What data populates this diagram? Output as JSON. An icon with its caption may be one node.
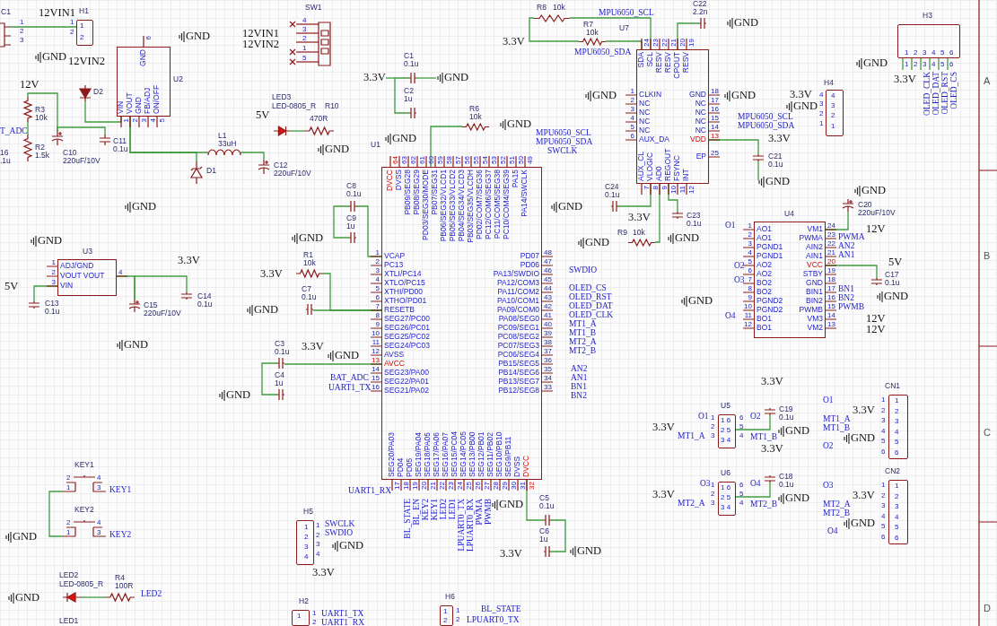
{
  "diagram": {
    "nodes": [
      {
        "text": [
          "C1",
          "1",
          "2",
          "3"
        ]
      },
      {
        "text": [
          "H1",
          "1",
          "2",
          "1",
          "2"
        ]
      },
      {
        "text": [
          "SW1",
          "4",
          "3",
          "2",
          "1",
          "5"
        ]
      },
      {
        "text": [
          "R8",
          "10k"
        ]
      },
      {
        "text": [
          "R7",
          "10k"
        ]
      },
      {
        "text": [
          "C22",
          "2.2n"
        ]
      },
      {
        "text": [
          "H3",
          "1",
          "2",
          "3",
          "4",
          "5",
          "6",
          "1",
          "2",
          "3",
          "4",
          "5",
          "6"
        ]
      },
      {
        "text": [
          "U2",
          "1",
          "VIN",
          "2",
          "VOUT",
          "3",
          "GND",
          "4",
          "FB/ADJ",
          "5",
          "ON/OFF",
          "6",
          "GND"
        ]
      },
      {
        "text": [
          "D2"
        ]
      },
      {
        "text": [
          "C1",
          "0.1u"
        ]
      },
      {
        "text": [
          "C2",
          "1u"
        ]
      },
      {
        "text": [
          "U7",
          "1",
          "CLKIN",
          "2",
          "NC",
          "3",
          "NC",
          "4",
          "NC",
          "5",
          "NC",
          "6",
          "AUX_DA",
          "7",
          "AUX_CL",
          "8",
          "VLOGIC",
          "9",
          "AD0",
          "10",
          "REGOUT",
          "11",
          "FSYNC",
          "12",
          "INT",
          "13",
          "VDD",
          "14",
          "NC",
          "15",
          "NC",
          "16",
          "NC",
          "17",
          "NC",
          "18",
          "GND",
          "19",
          "RESV",
          "20",
          "CPOUT",
          "21",
          "RESV",
          "22",
          "RESV",
          "23",
          "SCL",
          "24",
          "SDA",
          "25",
          "EP"
        ]
      },
      {
        "text": [
          "H4",
          "4",
          "3",
          "2",
          "1",
          "4",
          "3",
          "2",
          "1"
        ]
      },
      {
        "text": [
          "R3",
          "10k"
        ]
      },
      {
        "text": [
          "R2",
          "1.5k"
        ]
      },
      {
        "text": [
          "16",
          ".1u"
        ]
      },
      {
        "text": [
          "C10",
          "220uF/10V"
        ]
      },
      {
        "text": [
          "C11",
          "0.1u"
        ]
      },
      {
        "text": [
          "LED3",
          "LED-0805_R"
        ]
      },
      {
        "text": [
          "R10",
          "470R"
        ]
      },
      {
        "text": [
          "L1",
          "33uH"
        ]
      },
      {
        "text": [
          "D1"
        ]
      },
      {
        "text": [
          "C12",
          "220uF/10V"
        ]
      },
      {
        "text": [
          "R6",
          "10k"
        ]
      },
      {
        "text": [
          "U1",
          "1",
          "VCAP",
          "2",
          "PC13",
          "3",
          "XTLI/PC14",
          "4",
          "XTLO/PC15",
          "5",
          "XTHI/PD00",
          "6",
          "XTHO/PD01",
          "7",
          "RESETB",
          "8",
          "SEG27/PC00",
          "9",
          "SEG26/PC01",
          "10",
          "SEG25/PC02",
          "11",
          "SEG24/PC03",
          "12",
          "AVSS",
          "13",
          "AVCC",
          "14",
          "SEG23/PA00",
          "15",
          "SEG22/PA01",
          "16",
          "SEG21/PA02",
          "17",
          "SEG20/PA03",
          "18",
          "PD04",
          "19",
          "PD05",
          "20",
          "SEG19/PA04",
          "21",
          "SEG18/PA05",
          "22",
          "SEG17/PA06",
          "23",
          "SEG16/PA07",
          "24",
          "SEG15/PC04",
          "25",
          "SEG14/PC05",
          "26",
          "SEG13/PB00",
          "27",
          "SEG12/PB01",
          "28",
          "SEG11/PB02",
          "29",
          "SEG10/PB10",
          "30",
          "SEG9/PB11",
          "31",
          "DVSS",
          "32",
          "DVCC",
          "33",
          "PB12/SEG8",
          "34",
          "PB13/SEG7",
          "35",
          "PB14/SEG6",
          "36",
          "PB15/SEG5",
          "37",
          "PC06/SEG4",
          "38",
          "PC07/SEG3",
          "39",
          "PC08/SEG2",
          "40",
          "PC09/SEG1",
          "41",
          "PA08/SEG0",
          "42",
          "PA09/COM0",
          "43",
          "PA10/COM1",
          "44",
          "PA11/COM2",
          "45",
          "PA12/COM3",
          "46",
          "PA13/SWDIO",
          "47",
          "PD06",
          "48",
          "PD07",
          "49",
          "PA14/SWCLK",
          "50",
          "PA15",
          "51",
          "PC10/COM4/SEG39",
          "52",
          "PC11/COM5/SEG38",
          "53",
          "PC12/COM6/SEG37",
          "54",
          "PD02/COM7/SEG36",
          "55",
          "PB03/SEG35/VLCDH",
          "56",
          "PB04/SEG34/VLCD3",
          "57",
          "PB05/SEG33/VLCD2",
          "58",
          "PB06/SEG32/VLCD1",
          "59",
          "PB07/SEG31",
          "60",
          "PD03/SEG30/MODE",
          "61",
          "PB08/SEG29",
          "62",
          "PB09/SEG28",
          "63",
          "DVSS",
          "64",
          "DVCC"
        ]
      },
      {
        "text": [
          "C21",
          "0.1u"
        ]
      },
      {
        "text": [
          "C8",
          "0.1u"
        ]
      },
      {
        "text": [
          "C9",
          "1u"
        ]
      },
      {
        "text": [
          "C24",
          "0.1u"
        ]
      },
      {
        "text": [
          "C23",
          "0.1u"
        ]
      },
      {
        "text": [
          "R9",
          "10k"
        ]
      },
      {
        "text": [
          "U4",
          "1",
          "AO1",
          "2",
          "AO1",
          "3",
          "PGND1",
          "4",
          "PGND1",
          "5",
          "AO2",
          "6",
          "AO2",
          "7",
          "BO2",
          "8",
          "BO2",
          "9",
          "PGND2",
          "10",
          "PGND2",
          "11",
          "BO1",
          "12",
          "BO1",
          "13",
          "VM2",
          "14",
          "VM3",
          "15",
          "PWMB",
          "16",
          "BIN2",
          "17",
          "BIN1",
          "18",
          "GND",
          "19",
          "STBY",
          "20",
          "VCC",
          "21",
          "AIN1",
          "22",
          "AIN2",
          "23",
          "PWMA",
          "24",
          "VM1"
        ]
      },
      {
        "text": [
          "C20",
          "220uF/10V"
        ]
      },
      {
        "text": [
          "C17",
          "0.1u"
        ]
      },
      {
        "text": [
          "U3",
          "1",
          "ADJ/GND",
          "2",
          "VOUT VOUT",
          "3",
          "VIN",
          "4"
        ]
      },
      {
        "text": [
          "R1",
          "10k"
        ]
      },
      {
        "text": [
          "C7",
          "0.1u"
        ]
      },
      {
        "text": [
          "C13",
          "0.1u"
        ]
      },
      {
        "text": [
          "C15",
          "220uF/10V"
        ]
      },
      {
        "text": [
          "C14",
          "0.1u"
        ]
      },
      {
        "text": [
          "C3",
          "0.1u"
        ]
      },
      {
        "text": [
          "C4",
          "1u"
        ]
      },
      {
        "text": [
          "U5",
          "1 6",
          "2 5",
          "3 4",
          "1",
          "2",
          "3",
          "6",
          "5",
          "4"
        ]
      },
      {
        "text": [
          "C19",
          "0.1u"
        ]
      },
      {
        "text": [
          "CN1",
          "1",
          "2",
          "3",
          "4",
          "5",
          "6",
          "1",
          "2",
          "3",
          "4",
          "5",
          "6"
        ]
      },
      {
        "text": [
          "U6",
          "1 6",
          "2 5",
          "3 4",
          "1",
          "2",
          "3",
          "6",
          "5",
          "4"
        ]
      },
      {
        "text": [
          "C18",
          "0.1u"
        ]
      },
      {
        "text": [
          "CN2",
          "1",
          "2",
          "3",
          "4",
          "5",
          "6",
          "1",
          "2",
          "3",
          "4",
          "5",
          "6"
        ]
      },
      {
        "text": [
          "KEY1",
          "2",
          "1",
          "4",
          "3"
        ]
      },
      {
        "text": [
          "KEY2",
          "2",
          "1",
          "4",
          "3"
        ]
      },
      {
        "text": [
          "C5",
          "0.1u"
        ]
      },
      {
        "text": [
          "C6",
          "1u"
        ]
      },
      {
        "text": [
          "H5",
          "1",
          "2",
          "3",
          "4",
          "1",
          "2",
          "3",
          "4"
        ]
      },
      {
        "text": [
          "LED2",
          "LED-0805_R"
        ]
      },
      {
        "text": [
          "R4",
          "100R"
        ]
      },
      {
        "text": [
          "H2",
          "1",
          "1",
          "2"
        ]
      },
      {
        "text": [
          "H6",
          "1",
          "2",
          "1",
          "2"
        ]
      },
      {
        "text": [
          "LED1"
        ]
      }
    ],
    "edges": [
      {
        "from": 0,
        "to": 1,
        "arrow": "none"
      },
      {
        "from": 13,
        "to": 14,
        "arrow": "none"
      },
      {
        "from": 8,
        "to": 7,
        "arrow": "none"
      },
      {
        "from": 7,
        "to": 20,
        "arrow": "none"
      },
      {
        "from": 20,
        "to": 22,
        "arrow": "none"
      },
      {
        "from": 18,
        "to": 19,
        "arrow": "none"
      },
      {
        "from": 7,
        "to": 21,
        "arrow": "none"
      },
      {
        "from": 9,
        "to": 10,
        "arrow": "none"
      },
      {
        "from": 24,
        "to": 23,
        "arrow": "none"
      },
      {
        "from": 3,
        "to": 11,
        "arrow": "none"
      },
      {
        "from": 4,
        "to": 11,
        "arrow": "none"
      },
      {
        "from": 11,
        "to": 5,
        "arrow": "none"
      },
      {
        "from": 26,
        "to": 27,
        "arrow": "none"
      },
      {
        "from": 24,
        "to": 26,
        "arrow": "none"
      },
      {
        "from": 11,
        "to": 28,
        "arrow": "none"
      },
      {
        "from": 11,
        "to": 30,
        "arrow": "none"
      },
      {
        "from": 11,
        "to": 29,
        "arrow": "none"
      },
      {
        "from": 32,
        "to": 31,
        "arrow": "none"
      },
      {
        "from": 31,
        "to": 33,
        "arrow": "none"
      },
      {
        "from": 34,
        "to": 38,
        "arrow": "none"
      },
      {
        "from": 38,
        "to": 39,
        "arrow": "none"
      },
      {
        "from": 35,
        "to": 24,
        "arrow": "none"
      },
      {
        "from": 36,
        "to": 24,
        "arrow": "none"
      },
      {
        "from": 40,
        "to": 41,
        "arrow": "none"
      },
      {
        "from": 40,
        "to": 24,
        "arrow": "none"
      },
      {
        "from": 24,
        "to": 50,
        "arrow": "none"
      },
      {
        "from": 50,
        "to": 51,
        "arrow": "none"
      },
      {
        "from": 42,
        "to": 43,
        "arrow": "none"
      },
      {
        "from": 45,
        "to": 46,
        "arrow": "none"
      },
      {
        "from": 53,
        "to": 54,
        "arrow": "none"
      },
      {
        "from": 48,
        "to": 49,
        "arrow": "none"
      },
      {
        "from": 16,
        "to": 17,
        "arrow": "none"
      },
      {
        "from": 13,
        "to": 16,
        "arrow": "none"
      },
      {
        "from": 37,
        "to": 34,
        "arrow": "none"
      },
      {
        "from": 3,
        "to": 4,
        "arrow": "none"
      },
      {
        "from": 11,
        "to": 25,
        "arrow": "none"
      }
    ],
    "labels": [
      "12VIN1",
      "GND",
      "12VIN1",
      "12VIN2",
      "GND",
      "12VIN2",
      "3.3V",
      "MPU6050_SCL",
      "MPU6050_SDA",
      "GND",
      "12V",
      "3.3V",
      "GND",
      "GND",
      "GND",
      "3.3V",
      "GND",
      "MPU6050_SCL",
      "MPU6050_SDA",
      "GND",
      "3.3V",
      "OLED_CLK",
      "OLED_DAT",
      "OLED_RST",
      "OLED_CS",
      "5V",
      "GND",
      "GND",
      "MPU6050_SCL",
      "MPU6050_SDA",
      "SWCLK",
      "T_ADC",
      "GND",
      "3.3V",
      "GND",
      "GND",
      "GND",
      "3.3V",
      "GND",
      "GND",
      "GND",
      "GND",
      "12V",
      "O1",
      "PWMA",
      "AN2",
      "AN1",
      "5V",
      "O2",
      "O3",
      "BN1",
      "BN2",
      "PWMB",
      "GND",
      "GND",
      "O4",
      "12V",
      "12V",
      "3.3V",
      "GND",
      "5V",
      "3.3V",
      "GND",
      "SWDIO",
      "OLED_CS",
      "OLED_RST",
      "OLED_DAT",
      "OLED_CLK",
      "MT1_A",
      "MT1_B",
      "MT2_A",
      "MT2_B",
      "AN2",
      "AN1",
      "BN1",
      "BN2",
      "GND",
      "3.3V",
      "GND",
      "BAT_ADC",
      "UART1_TX",
      "GND",
      "3.3V",
      "O1",
      "O2",
      "3.3V",
      "MT1_A",
      "MT1_B",
      "GND",
      "O1",
      "3.3V",
      "MT1_A",
      "MT1_B",
      "GND",
      "O2",
      "3.3V",
      "O3",
      "O4",
      "3.3V",
      "MT2_A",
      "MT2_B",
      "GND",
      "O3",
      "3.3V",
      "MT2_A",
      "MT2_B",
      "GND",
      "O4",
      "UART1_RX",
      "BL_STATE",
      "BL_EN",
      "KEY2",
      "KEY1",
      "LED2",
      "LED1",
      "LPUART0_TX",
      "LPUART0_RX",
      "PWMA",
      "PWMB",
      "GND",
      "3.3V",
      "GND",
      "KEY1",
      "GND",
      "KEY2",
      "GND",
      "LED2",
      "SWCLK",
      "SWDIO",
      "GND",
      "3.3V",
      "UART1_TX",
      "UART1_RX",
      "BL_STATE",
      "LPUART0_TX",
      "A",
      "B",
      "C",
      "D"
    ]
  }
}
